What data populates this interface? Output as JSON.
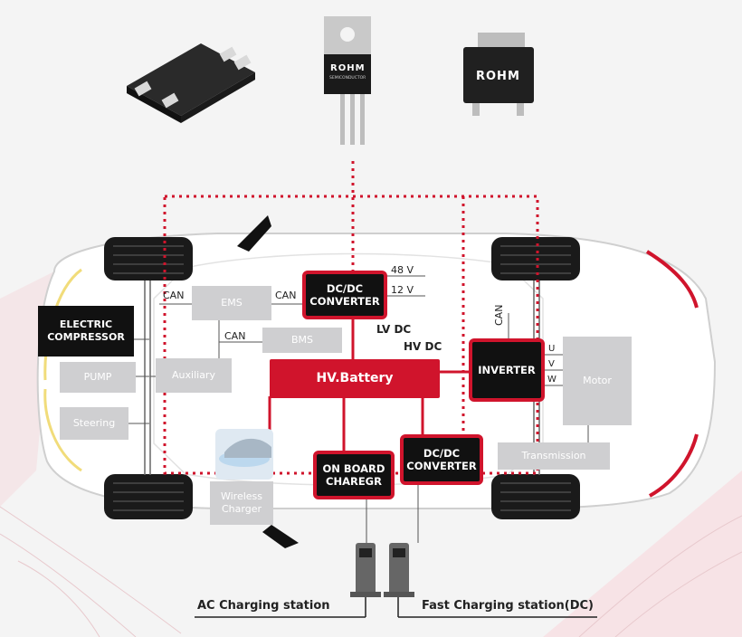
{
  "components": {
    "top_label": "ROHM",
    "chip_label": "ROHM",
    "top_sub_label": "SEMICONDUCTOR"
  },
  "blocks": {
    "electric_compressor": "ELECTRIC\nCOMPRESSOR",
    "pump": "PUMP",
    "steering": "Steering",
    "auxiliary": "Auxiliary",
    "ems": "EMS",
    "bms": "BMS",
    "dcdc_top": "DC/DC\nCONVERTER",
    "hv_battery": "HV.Battery",
    "inverter": "INVERTER",
    "motor": "Motor",
    "transmission": "Transmission",
    "onboard_charger": "ON BOARD\nCHAREGR",
    "dcdc_bottom": "DC/DC\nCONVERTER",
    "wireless_charger": "Wireless\nCharger"
  },
  "labels": {
    "can_1": "CAN",
    "can_2": "CAN",
    "can_3": "CAN",
    "can_4": "CAN",
    "v48": "48 V",
    "v12": "12 V",
    "lv_dc": "LV DC",
    "hv_dc": "HV DC",
    "phase_u": "U",
    "phase_v": "V",
    "phase_w": "W"
  },
  "stations": {
    "ac": "AC Charging station",
    "fast": "Fast Charging station(DC)"
  },
  "colors": {
    "accent_red": "#d0142c",
    "block_black": "#111111",
    "block_grey": "#cfcfd1"
  }
}
